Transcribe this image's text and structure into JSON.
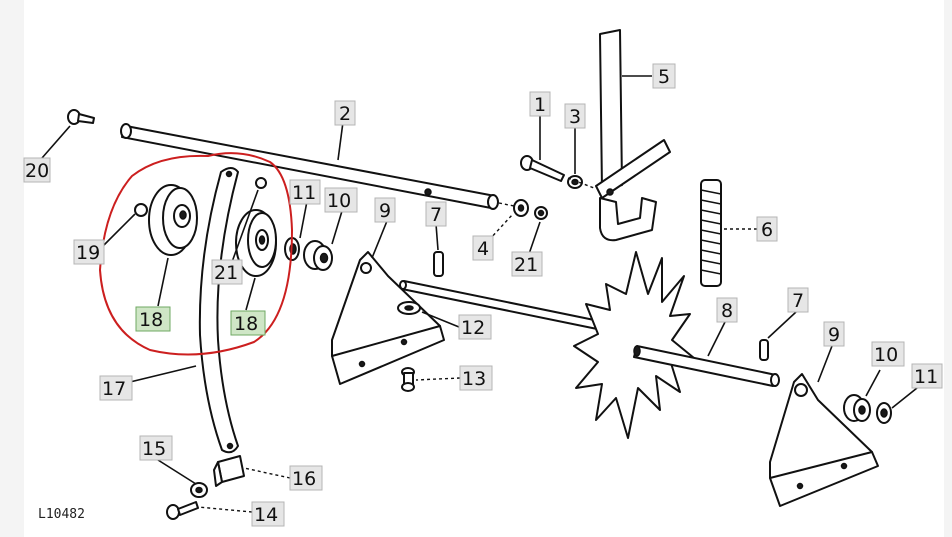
{
  "drawing_code": "L10482",
  "highlight_color": "#cc1f1f",
  "highlight_box_fill": "#cfe6c6",
  "label_box_fill": "#e6e6e6",
  "labels": [
    {
      "text": "20"
    },
    {
      "text": "2"
    },
    {
      "text": "1"
    },
    {
      "text": "3"
    },
    {
      "text": "5"
    },
    {
      "text": "11"
    },
    {
      "text": "10"
    },
    {
      "text": "9"
    },
    {
      "text": "7"
    },
    {
      "text": "4"
    },
    {
      "text": "21"
    },
    {
      "text": "6"
    },
    {
      "text": "19"
    },
    {
      "text": "21"
    },
    {
      "text": "18"
    },
    {
      "text": "18"
    },
    {
      "text": "12"
    },
    {
      "text": "8"
    },
    {
      "text": "7"
    },
    {
      "text": "9"
    },
    {
      "text": "10"
    },
    {
      "text": "11"
    },
    {
      "text": "13"
    },
    {
      "text": "17"
    },
    {
      "text": "15"
    },
    {
      "text": "16"
    },
    {
      "text": "14"
    }
  ]
}
